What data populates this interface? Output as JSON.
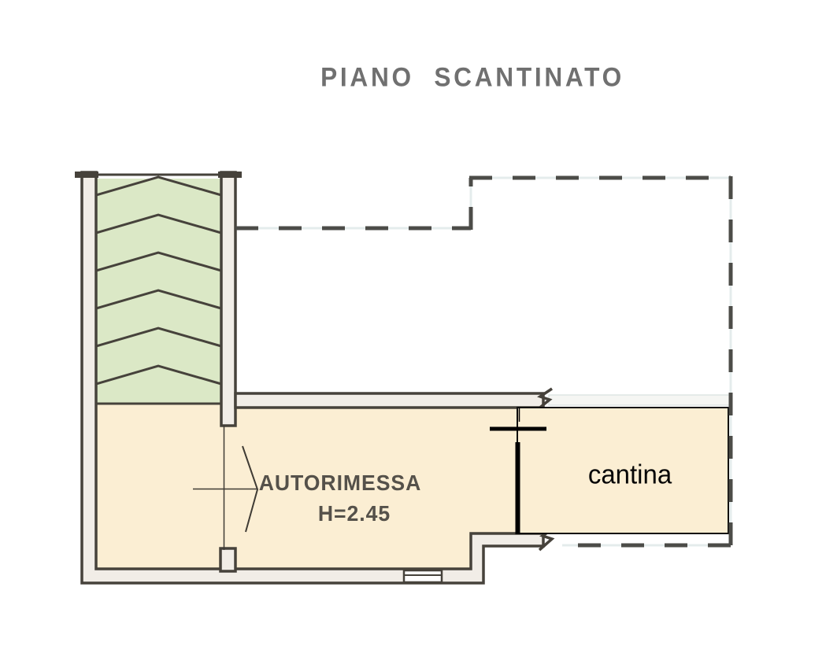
{
  "title": "PIANO SCANTINATO",
  "rooms": {
    "autorimessa": {
      "label": "AUTORIMESSA",
      "height_note": "H=2.45"
    },
    "cantina": {
      "label": "cantina"
    }
  },
  "colors": {
    "room_fill": "#fbeed3",
    "ramp_fill": "#dbe8c6",
    "wall_fill": "#f1ede7",
    "wall_stroke": "#46423b",
    "dash_color": "#4c4c48",
    "dash_underlay": "#e4ecec",
    "title_color": "#707070",
    "label_color": "#55514a",
    "door_color": "#000000"
  }
}
